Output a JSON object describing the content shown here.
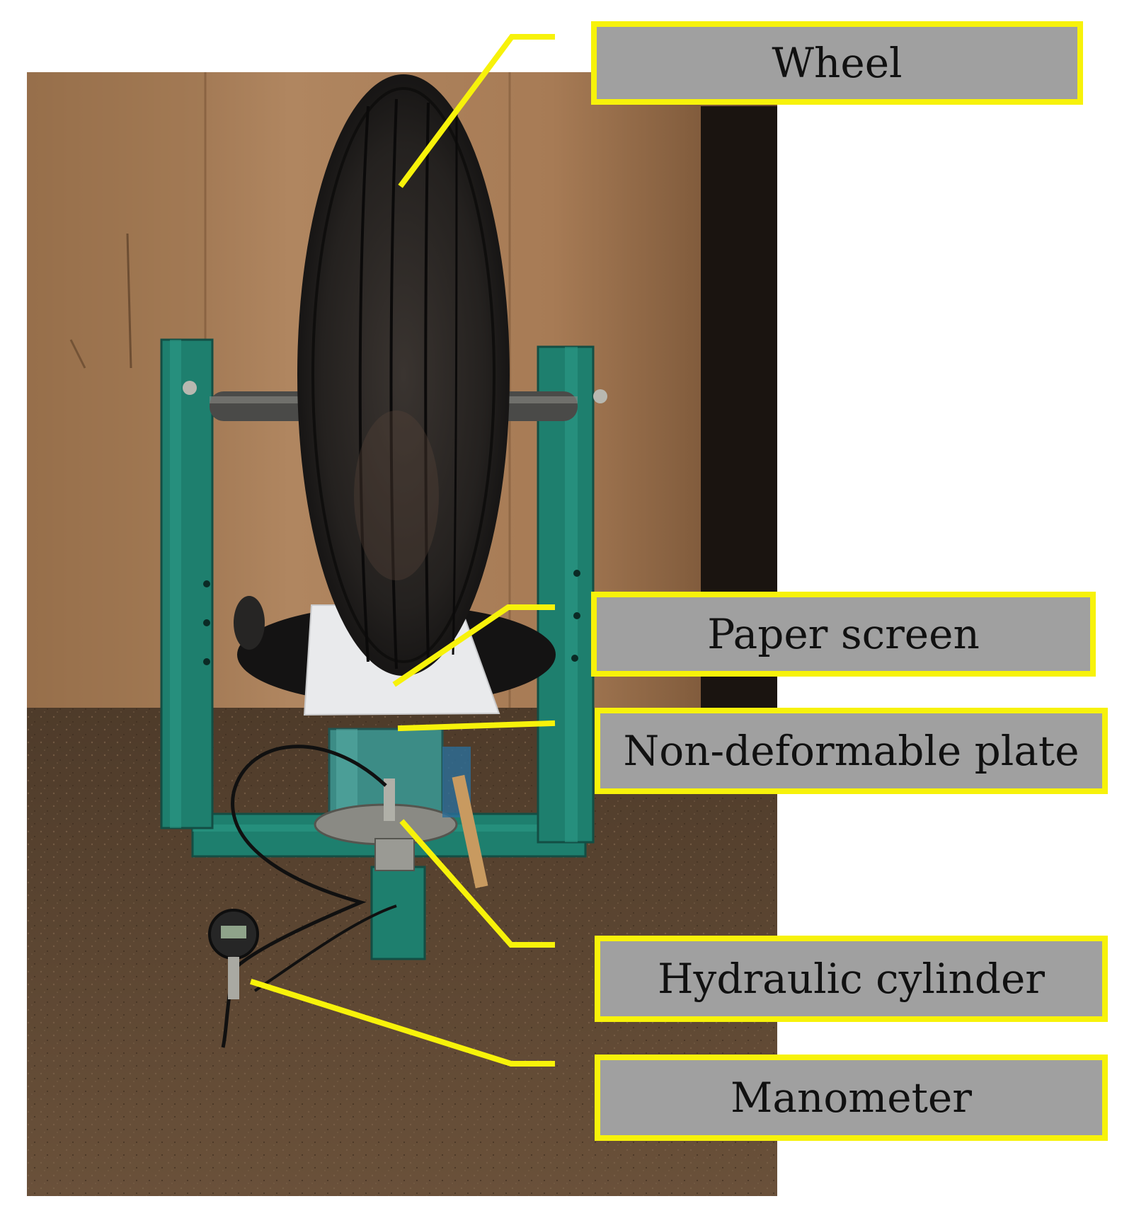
{
  "labels": {
    "wheel": "Wheel",
    "paper_screen": "Paper screen",
    "plate": "Non-deformable plate",
    "cylinder": "Hydraulic cylinder",
    "manometer": "Manometer"
  },
  "colors": {
    "callout_yellow": "#f7f20a",
    "label_fill": "#a0a0a0",
    "frame_green": "#1e7f6e",
    "wall_brown": "#a97c55",
    "floor_brown": "#5c4633",
    "tire_black": "#1c1b1a"
  }
}
